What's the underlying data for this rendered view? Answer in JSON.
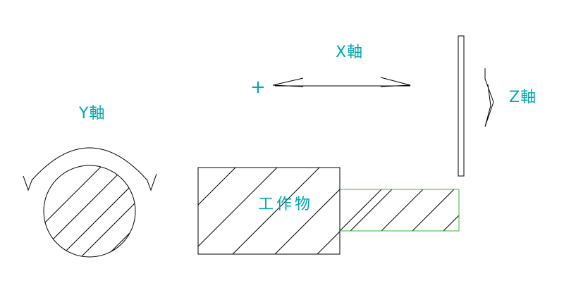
{
  "labels": {
    "x_axis": "X軸",
    "y_axis": "Y軸",
    "z_axis": "Z軸",
    "plus_sign": "+",
    "workpiece": "工作物"
  },
  "colors": {
    "label": "#00a8b0",
    "line": "#000000",
    "extension_outline": "#3cb43c"
  }
}
